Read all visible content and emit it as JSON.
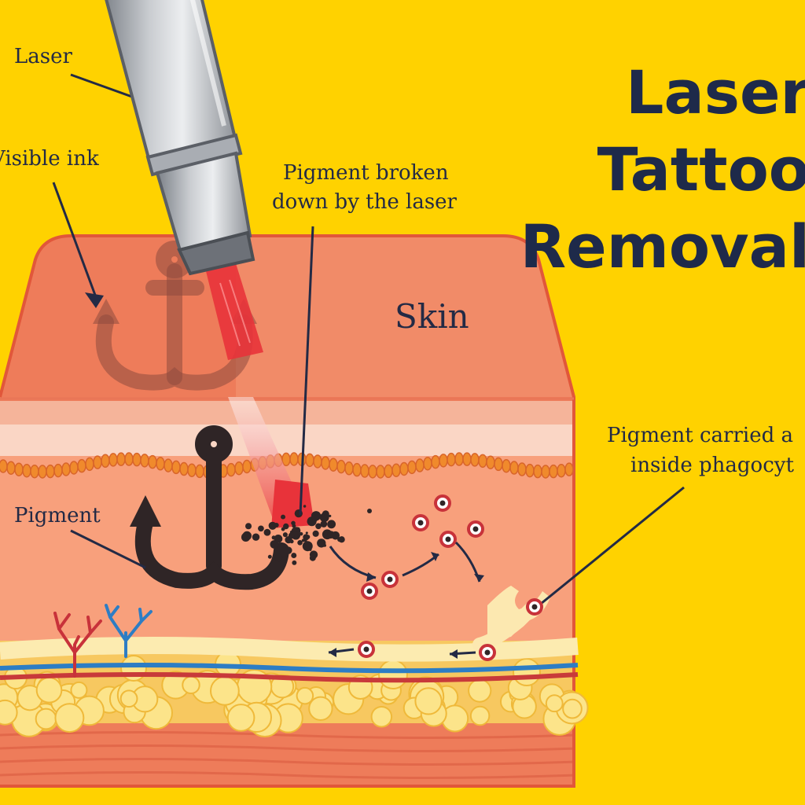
{
  "title_lines": [
    "Laser",
    "Tattoo",
    "Removal"
  ],
  "labels": {
    "laser": "Laser",
    "visible_ink": "Visible ink",
    "pigment_broken_l1": "Pigment broken",
    "pigment_broken_l2": "down by the laser",
    "skin": "Skin",
    "pigment": "Pigment",
    "pigment_carried_l1": "Pigment carried a",
    "pigment_carried_l2": "inside phagocyt"
  },
  "colors": {
    "background": "#FFD200",
    "title": "#1E2A4A",
    "skin_top": "#EE7C5A",
    "dermis": "#F8A07C",
    "pigment": "#2F2526",
    "laser_beam": "#E8333A",
    "fat": "#F8D94A"
  },
  "icons": [
    "anchor-tattoo-icon",
    "laser-pen-icon",
    "phagocyte-icon",
    "blood-vessel-icon",
    "fat-cell-icon"
  ]
}
